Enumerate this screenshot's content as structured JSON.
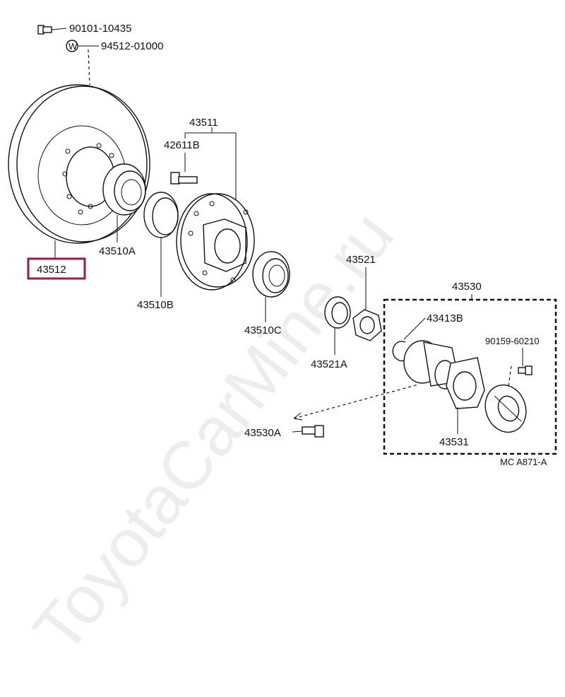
{
  "watermark": "ToyotaCarMine.ru",
  "labels": {
    "bolt_top": "90101-10435",
    "washer_top": "94512-01000",
    "disc": "43512",
    "bearing_a": "43510A",
    "bearing_b": "43510B",
    "hub": "43511",
    "hub_bolt": "42611B",
    "bearing_c": "43510C",
    "nut": "43521",
    "washer": "43521A",
    "flange_assy": "43530",
    "snap_ring": "43413B",
    "flange_bolt": "90159-60210",
    "flange": "43531",
    "flange_bolt_a": "43530A",
    "ref_code": "MC A871-A"
  },
  "washer_mark": "W",
  "colors": {
    "highlight": "#9b1b4a"
  }
}
